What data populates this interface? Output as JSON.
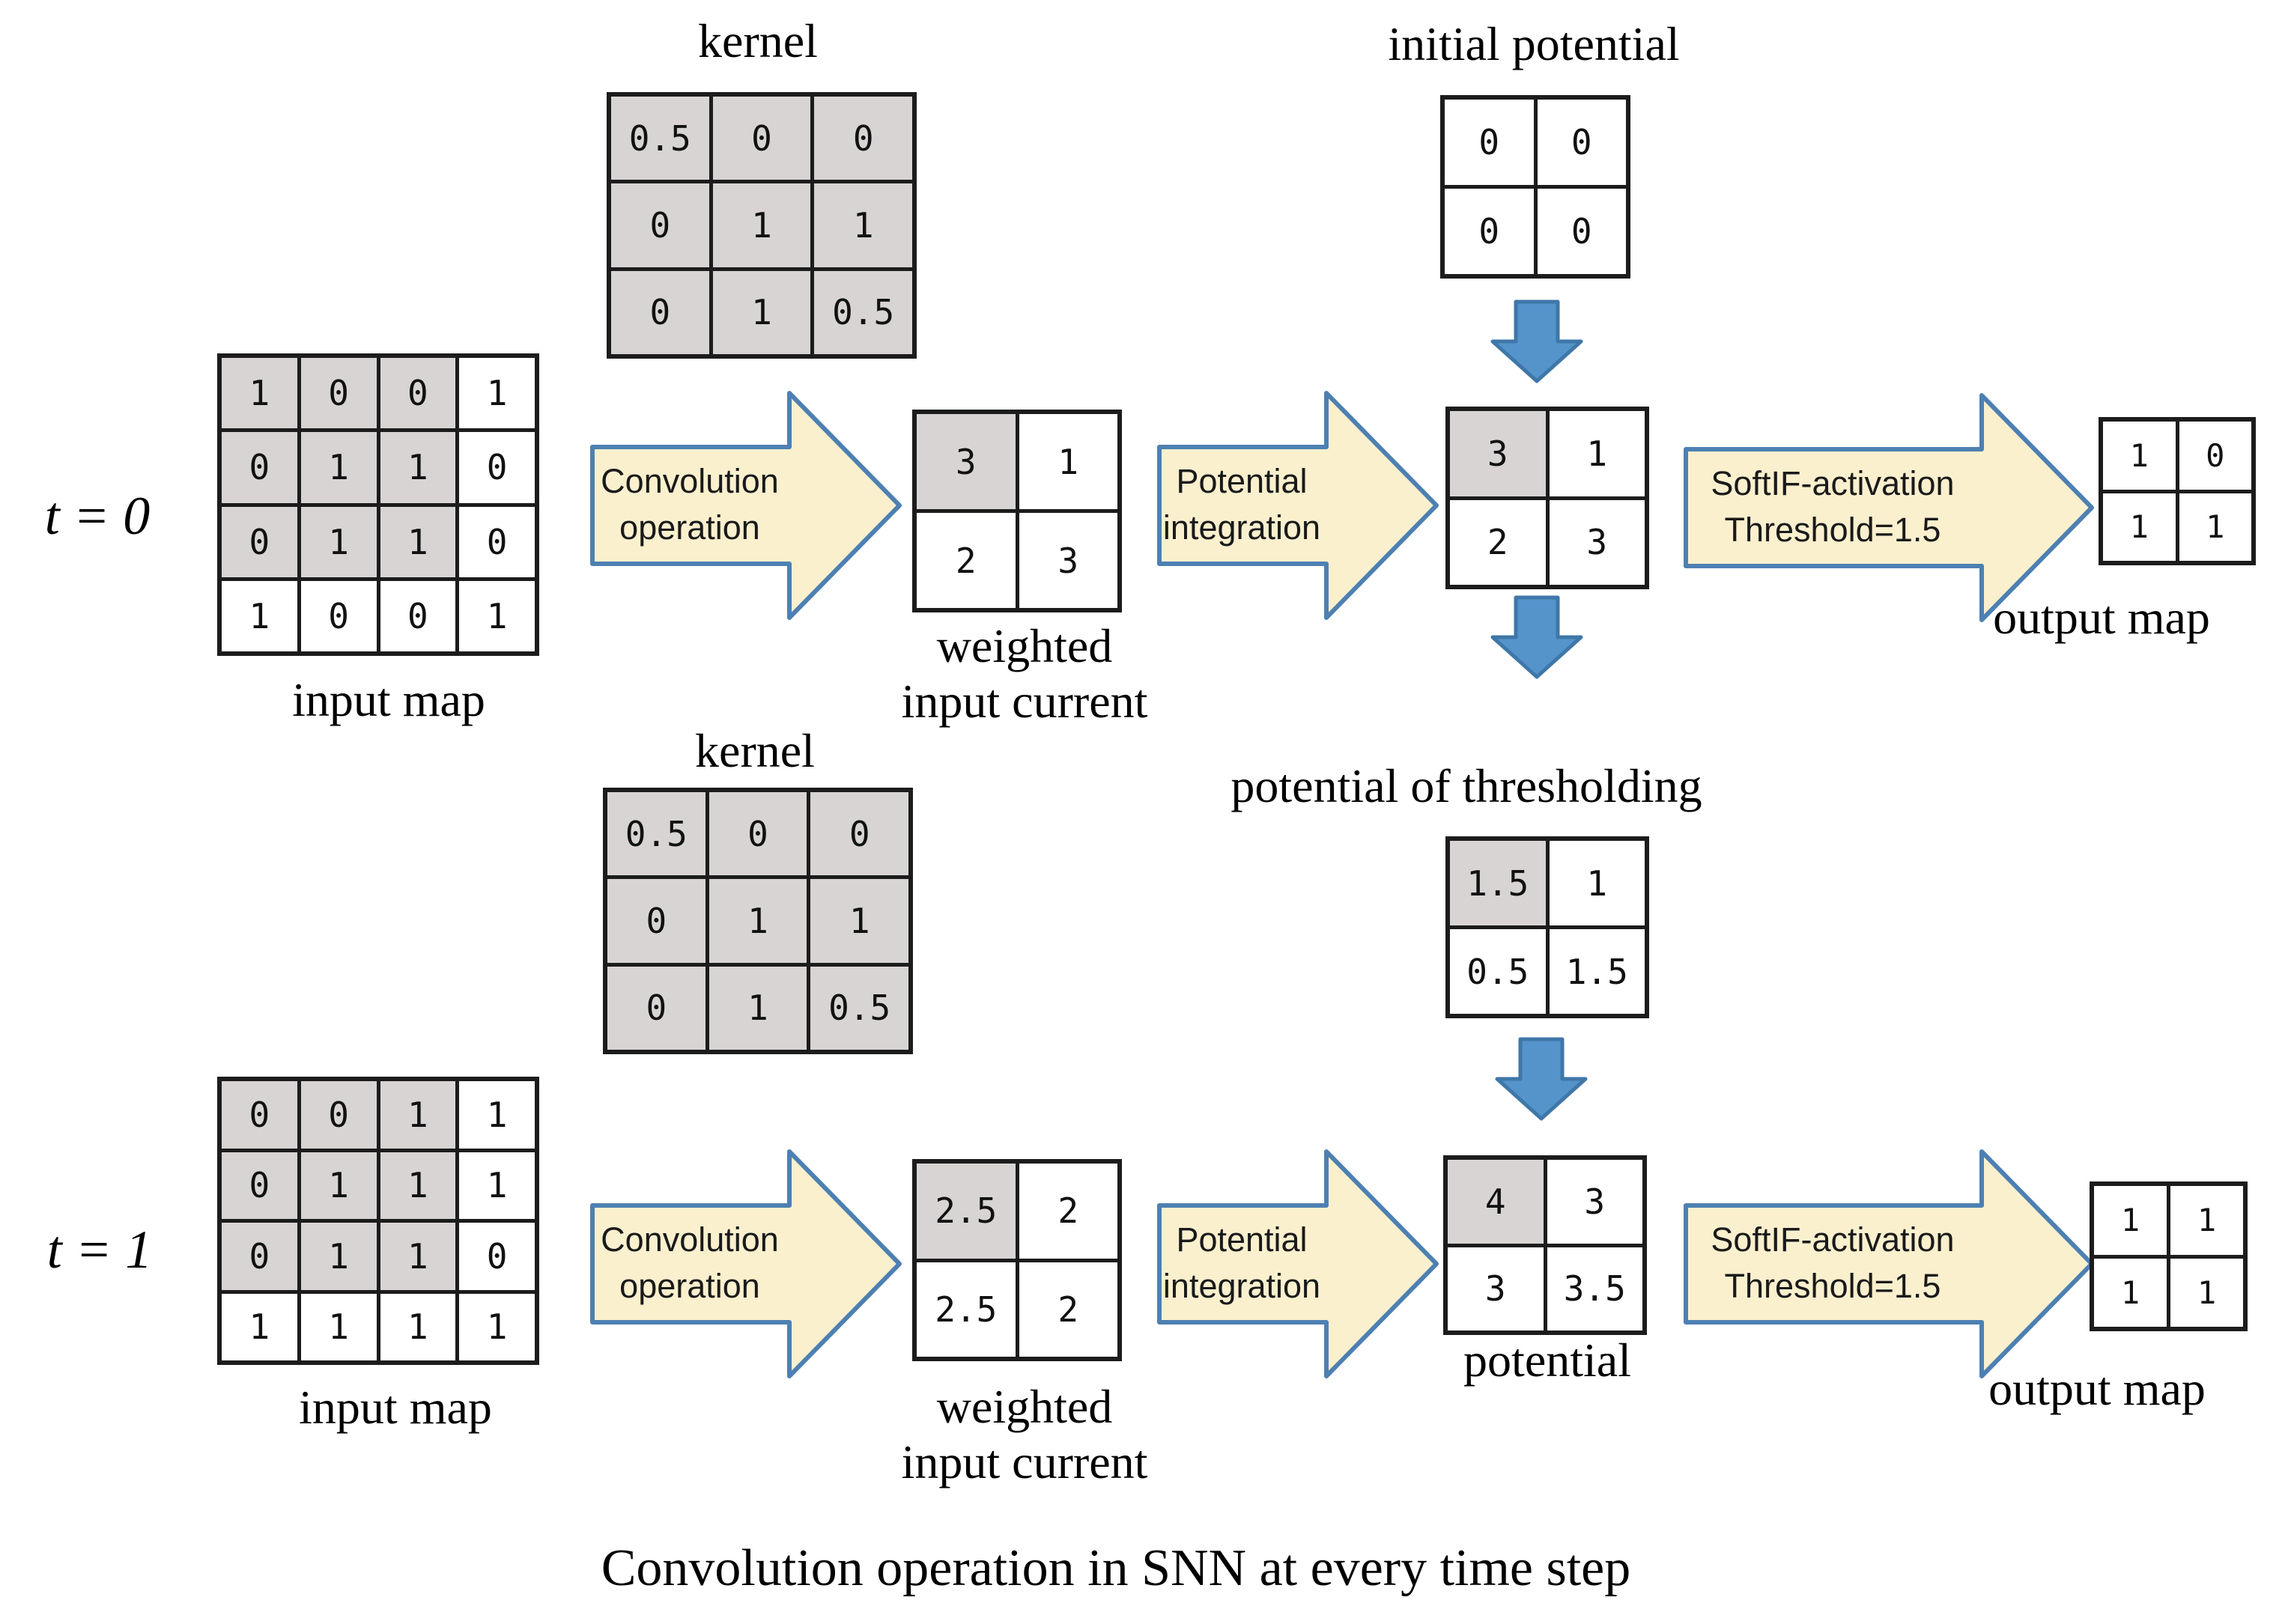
{
  "caption": "Convolution operation in SNN at every time step",
  "row_labels": {
    "t0": "t = 0",
    "t1": "t = 1"
  },
  "labels": {
    "kernel": "kernel",
    "initial_potential": "initial potential",
    "input_map": "input map",
    "weighted_line1": "weighted",
    "weighted_line2": "input current",
    "output_map": "output map",
    "potential_of_thresholding": "potential of thresholding",
    "potential": "potential"
  },
  "process_arrows": {
    "convolution": {
      "line1": "Convolution",
      "line2": "operation"
    },
    "integration": {
      "line1": "Potential",
      "line2": "integration"
    },
    "softif": {
      "line1": "SoftIF-activation",
      "line2": "Threshold=1.5"
    }
  },
  "colors": {
    "cell_shaded": "#d8d4d4",
    "cell_plain": "#ffffff",
    "grid_border": "#1c1c1c",
    "arrow_fill": "#faf0ce",
    "arrow_stroke": "#4d80b2",
    "down_arrow_fill": "#5494cb",
    "down_arrow_stroke": "#3f77a8"
  },
  "grids": {
    "input_t0": {
      "rows": 4,
      "cols": 4,
      "values": [
        [
          "1",
          "0",
          "0",
          "1"
        ],
        [
          "0",
          "1",
          "1",
          "0"
        ],
        [
          "0",
          "1",
          "1",
          "0"
        ],
        [
          "1",
          "0",
          "0",
          "1"
        ]
      ],
      "shaded": [
        [
          1,
          1,
          1,
          0
        ],
        [
          1,
          1,
          1,
          0
        ],
        [
          1,
          1,
          1,
          0
        ],
        [
          0,
          0,
          0,
          0
        ]
      ]
    },
    "kernel_t0": {
      "rows": 3,
      "cols": 3,
      "values": [
        [
          "0.5",
          "0",
          "0"
        ],
        [
          "0",
          "1",
          "1"
        ],
        [
          "0",
          "1",
          "0.5"
        ]
      ],
      "shaded": [
        [
          1,
          1,
          1
        ],
        [
          1,
          1,
          1
        ],
        [
          1,
          1,
          1
        ]
      ]
    },
    "initial_potential": {
      "rows": 2,
      "cols": 2,
      "values": [
        [
          "0",
          "0"
        ],
        [
          "0",
          "0"
        ]
      ],
      "shaded": [
        [
          0,
          0
        ],
        [
          0,
          0
        ]
      ]
    },
    "weighted_t0": {
      "rows": 2,
      "cols": 2,
      "values": [
        [
          "3",
          "1"
        ],
        [
          "2",
          "3"
        ]
      ],
      "shaded": [
        [
          1,
          0
        ],
        [
          0,
          0
        ]
      ]
    },
    "potential_t0": {
      "rows": 2,
      "cols": 2,
      "values": [
        [
          "3",
          "1"
        ],
        [
          "2",
          "3"
        ]
      ],
      "shaded": [
        [
          1,
          0
        ],
        [
          0,
          0
        ]
      ]
    },
    "output_t0": {
      "rows": 2,
      "cols": 2,
      "values": [
        [
          "1",
          "0"
        ],
        [
          "1",
          "1"
        ]
      ],
      "shaded": [
        [
          0,
          0
        ],
        [
          0,
          0
        ]
      ]
    },
    "thresholding": {
      "rows": 2,
      "cols": 2,
      "values": [
        [
          "1.5",
          "1"
        ],
        [
          "0.5",
          "1.5"
        ]
      ],
      "shaded": [
        [
          1,
          0
        ],
        [
          0,
          0
        ]
      ]
    },
    "input_t1": {
      "rows": 4,
      "cols": 4,
      "values": [
        [
          "0",
          "0",
          "1",
          "1"
        ],
        [
          "0",
          "1",
          "1",
          "1"
        ],
        [
          "0",
          "1",
          "1",
          "0"
        ],
        [
          "1",
          "1",
          "1",
          "1"
        ]
      ],
      "shaded": [
        [
          1,
          1,
          1,
          0
        ],
        [
          1,
          1,
          1,
          0
        ],
        [
          1,
          1,
          1,
          0
        ],
        [
          0,
          0,
          0,
          0
        ]
      ]
    },
    "kernel_t1": {
      "rows": 3,
      "cols": 3,
      "values": [
        [
          "0.5",
          "0",
          "0"
        ],
        [
          "0",
          "1",
          "1"
        ],
        [
          "0",
          "1",
          "0.5"
        ]
      ],
      "shaded": [
        [
          1,
          1,
          1
        ],
        [
          1,
          1,
          1
        ],
        [
          1,
          1,
          1
        ]
      ]
    },
    "weighted_t1": {
      "rows": 2,
      "cols": 2,
      "values": [
        [
          "2.5",
          "2"
        ],
        [
          "2.5",
          "2"
        ]
      ],
      "shaded": [
        [
          1,
          0
        ],
        [
          0,
          0
        ]
      ]
    },
    "potential_t1": {
      "rows": 2,
      "cols": 2,
      "values": [
        [
          "4",
          "3"
        ],
        [
          "3",
          "3.5"
        ]
      ],
      "shaded": [
        [
          1,
          0
        ],
        [
          0,
          0
        ]
      ]
    },
    "output_t1": {
      "rows": 2,
      "cols": 2,
      "values": [
        [
          "1",
          "1"
        ],
        [
          "1",
          "1"
        ]
      ],
      "shaded": [
        [
          0,
          0
        ],
        [
          0,
          0
        ]
      ]
    }
  }
}
